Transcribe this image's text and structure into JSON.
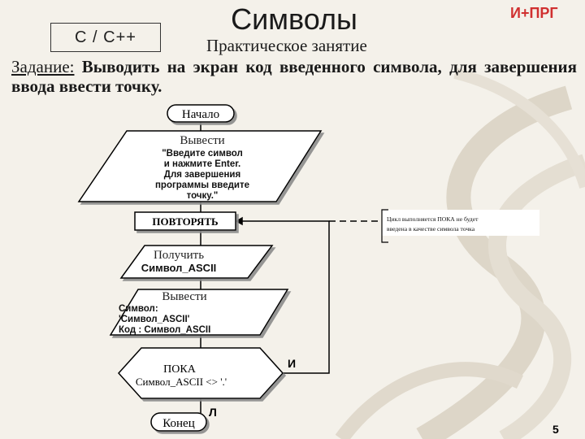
{
  "header": {
    "language": "С / С++",
    "title": "Символы",
    "course": "И+ПРГ",
    "subtitle": "Практическое занятие"
  },
  "task": {
    "label": "Задание:",
    "text": "Выводить на экран код введенного символа, для завершения ввода ввести точку."
  },
  "flowchart": {
    "start": "Начало",
    "output1": {
      "title": "Вывести",
      "lines": [
        "\"Введите символ",
        "и нажмите Enter.",
        "Для завершения",
        "программы введите",
        "точку.\""
      ]
    },
    "repeat": "ПОВТОРЯТЬ",
    "comment": {
      "line1": "Цикл выполняется ПОКА не будет",
      "line2": "введена в качестве символа точка"
    },
    "input": {
      "title": "Получить",
      "var": "Символ_ASCII"
    },
    "output2": {
      "title": "Вывести",
      "lines": [
        "Символ:",
        "'Символ_ASCII'",
        "Код : Символ_ASCII"
      ]
    },
    "condition": {
      "keyword": "ПОКА",
      "expr": "Символ_ASCII <> '.'"
    },
    "true_label": "И",
    "false_label": "Л",
    "end": "Конец"
  },
  "footer": {
    "page": "5"
  }
}
